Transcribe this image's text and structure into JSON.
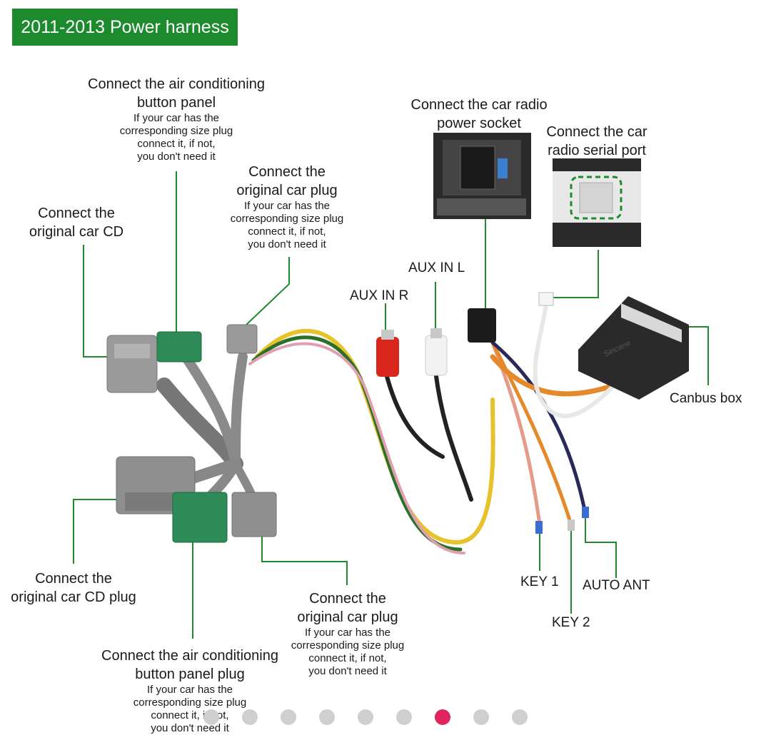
{
  "title": "2011-2013 Power harness",
  "labels": {
    "ac_panel": {
      "main": [
        "Connect the air conditioning",
        "button panel"
      ],
      "sub": [
        "If your car has the",
        "corresponding size plug",
        "connect it, if not,",
        "you don't need it"
      ]
    },
    "original_plug_top": {
      "main": [
        "Connect the",
        "original car plug"
      ],
      "sub": [
        "If your car has the",
        "corresponding size plug",
        "connect it, if not,",
        "you don't need it"
      ]
    },
    "original_cd": {
      "main": [
        "Connect the",
        "original car CD"
      ],
      "sub": []
    },
    "radio_power": {
      "main": [
        "Connect the car radio",
        "power socket"
      ],
      "sub": []
    },
    "radio_serial": {
      "main": [
        "Connect the car",
        "radio serial port"
      ],
      "sub": []
    },
    "cd_plug": {
      "main": [
        "Connect the",
        "original car CD plug"
      ],
      "sub": []
    },
    "original_plug_bottom": {
      "main": [
        "Connect the",
        "original car plug"
      ],
      "sub": [
        "If your car has the",
        "corresponding size plug",
        "connect it, if not,",
        "you don't need it"
      ]
    },
    "ac_panel_plug": {
      "main": [
        "Connect the air conditioning",
        "button panel plug"
      ],
      "sub": [
        "If your car has the",
        "corresponding size plug",
        "connect it, if not,",
        "you don't need it"
      ]
    }
  },
  "tags": {
    "aux_in_l": "AUX IN L",
    "aux_in_r": "AUX IN R",
    "canbus_box": "Canbus box",
    "key1": "KEY 1",
    "key2": "KEY 2",
    "auto_ant": "AUTO ANT"
  },
  "canbus_brand": "Seicane",
  "pagination": {
    "count": 9,
    "active_index": 6
  },
  "colors": {
    "banner": "#1e8a2e",
    "leader": "#1e8a2e",
    "active_dot": "#e0245e",
    "inactive_dot": "#cfcfcf"
  }
}
